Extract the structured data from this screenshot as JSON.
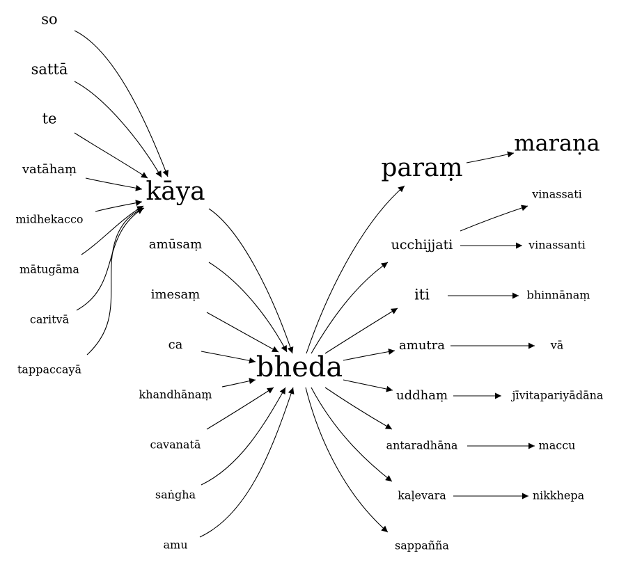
{
  "nodes": {
    "so": "so",
    "satta": "sattā",
    "te": "te",
    "vataham": "vatāhaṃ",
    "midhekacco": "midhekacco",
    "matugama": "mātugāma",
    "caritva": "caritvā",
    "tappaccaya": "tappaccayā",
    "kaya": "kāya",
    "amusam": "amūsaṃ",
    "imesam": "imesaṃ",
    "ca": "ca",
    "khandhanam": "khandhānaṃ",
    "cavanata": "cavanatā",
    "sangha": "saṅgha",
    "amu": "amu",
    "bheda": "bheda",
    "param": "paraṃ",
    "marana": "maraṇa",
    "ucchijjati": "ucchijjati",
    "vinassati": "vinassati",
    "vinassanti": "vinassanti",
    "iti": "iti",
    "bhinnanam": "bhinnānaṃ",
    "amutra": "amutra",
    "va": "vā",
    "uddham": "uddhaṃ",
    "jivitapariyadana": "jīvitapariyādāna",
    "antaradhana": "antaradhāna",
    "maccu": "maccu",
    "kalevara": "kaḷevara",
    "nikkhepa": "nikkhepa",
    "sappanna": "sappañña"
  },
  "edges": [
    [
      "so",
      "kaya"
    ],
    [
      "satta",
      "kaya"
    ],
    [
      "te",
      "kaya"
    ],
    [
      "vataham",
      "kaya"
    ],
    [
      "midhekacco",
      "kaya"
    ],
    [
      "matugama",
      "kaya"
    ],
    [
      "caritva",
      "kaya"
    ],
    [
      "tappaccaya",
      "kaya"
    ],
    [
      "kaya",
      "bheda"
    ],
    [
      "amusam",
      "bheda"
    ],
    [
      "imesam",
      "bheda"
    ],
    [
      "ca",
      "bheda"
    ],
    [
      "khandhanam",
      "bheda"
    ],
    [
      "cavanata",
      "bheda"
    ],
    [
      "sangha",
      "bheda"
    ],
    [
      "amu",
      "bheda"
    ],
    [
      "bheda",
      "param"
    ],
    [
      "param",
      "marana"
    ],
    [
      "bheda",
      "ucchijjati"
    ],
    [
      "ucchijjati",
      "vinassati"
    ],
    [
      "ucchijjati",
      "vinassanti"
    ],
    [
      "bheda",
      "iti"
    ],
    [
      "iti",
      "bhinnanam"
    ],
    [
      "bheda",
      "amutra"
    ],
    [
      "amutra",
      "va"
    ],
    [
      "bheda",
      "uddham"
    ],
    [
      "uddham",
      "jivitapariyadana"
    ],
    [
      "bheda",
      "antaradhana"
    ],
    [
      "antaradhana",
      "maccu"
    ],
    [
      "bheda",
      "kalevara"
    ],
    [
      "kalevara",
      "nikkhepa"
    ],
    [
      "bheda",
      "sappanna"
    ]
  ]
}
